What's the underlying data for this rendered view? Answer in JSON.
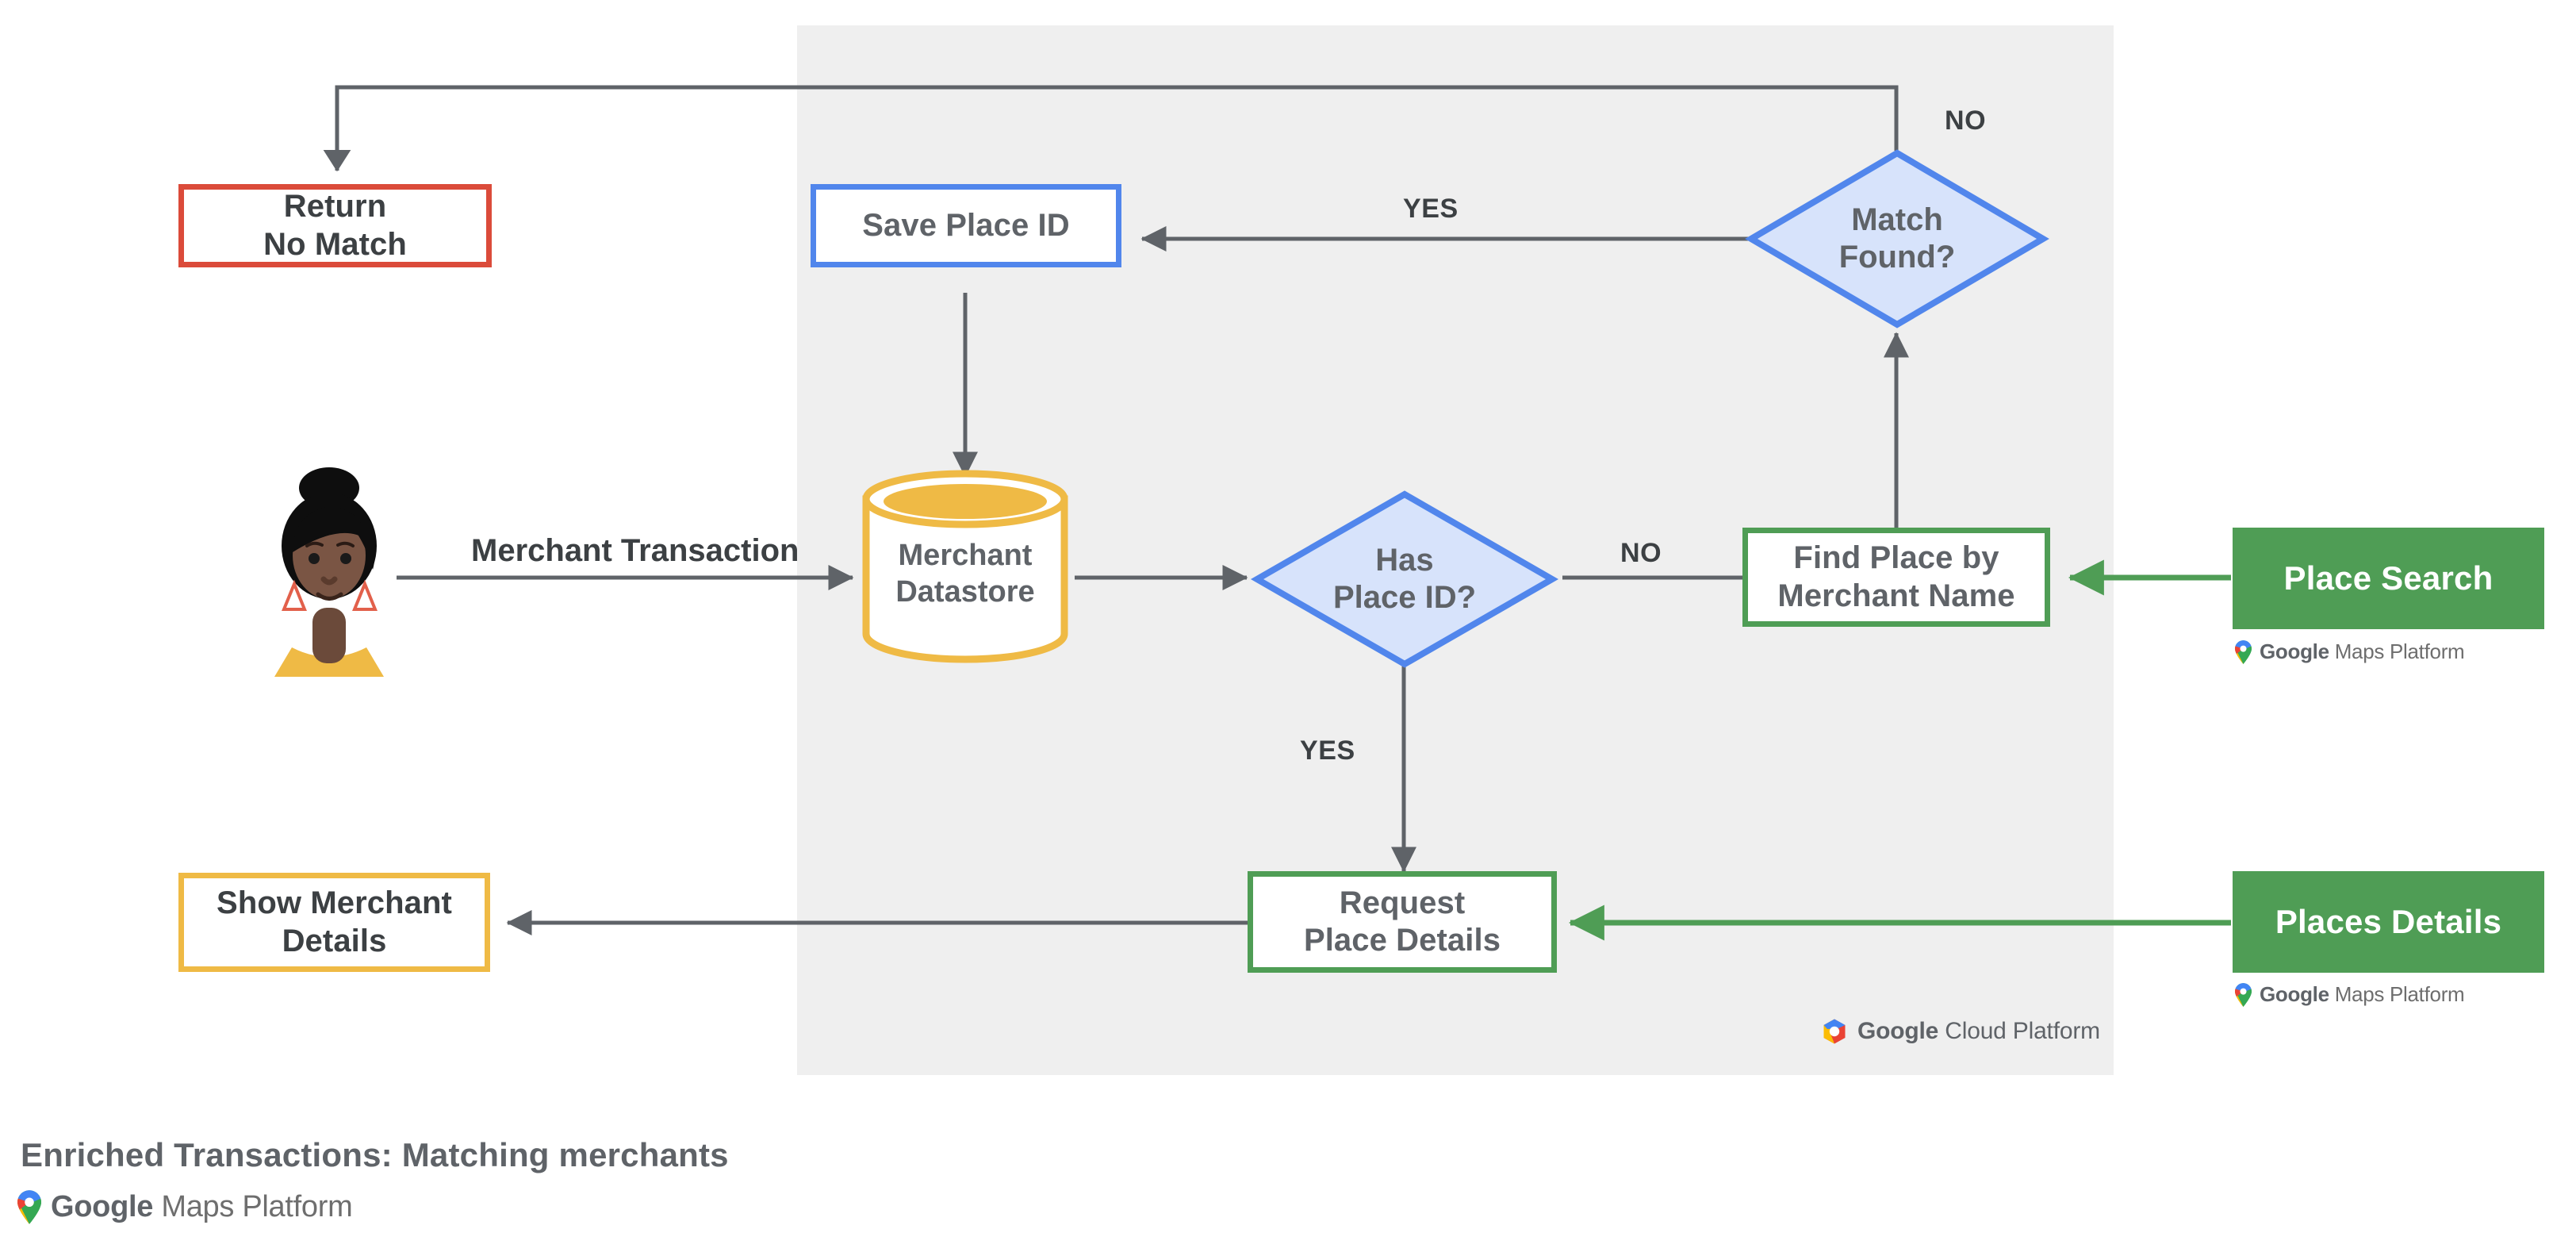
{
  "diagram": {
    "title": "Enriched Transactions: Matching merchants",
    "brand_footer": {
      "bold": "Google",
      "light": "Maps Platform"
    },
    "panel_brand": {
      "bold": "Google",
      "light": "Cloud Platform"
    }
  },
  "colors": {
    "red": "#DB4B3A",
    "blue": "#5186EC",
    "blue_fill": "#D7E3FB",
    "green": "#4F9D55",
    "yellow": "#EFBA45",
    "panel_gray": "#EFEFEF",
    "edge": "#5F6368",
    "text": "#5F6368"
  },
  "nodes": {
    "return_no_match": {
      "label_line1": "Return",
      "label_line2": "No Match",
      "shape": "process",
      "color": "red"
    },
    "save_place_id": {
      "label": "Save Place ID",
      "shape": "process",
      "color": "blue"
    },
    "match_found": {
      "label_line1": "Match",
      "label_line2": "Found?",
      "shape": "decision",
      "color": "blue"
    },
    "merchant_datastore": {
      "label_line1": "Merchant",
      "label_line2": "Datastore",
      "shape": "cylinder",
      "color": "yellow"
    },
    "has_place_id": {
      "label_line1": "Has",
      "label_line2": "Place ID?",
      "shape": "decision",
      "color": "blue"
    },
    "find_place_by_merchant_name": {
      "label_line1": "Find Place by",
      "label_line2": "Merchant Name",
      "shape": "process",
      "color": "green"
    },
    "request_place_details": {
      "label_line1": "Request",
      "label_line2": "Place Details",
      "shape": "process",
      "color": "green"
    },
    "show_merchant_details": {
      "label_line1": "Show Merchant",
      "label_line2": "Details",
      "shape": "process",
      "color": "yellow"
    },
    "place_search": {
      "label": "Place Search",
      "shape": "service-chip",
      "color": "green"
    },
    "places_details": {
      "label": "Places Details",
      "shape": "service-chip",
      "color": "green"
    },
    "user_avatar": {
      "label": "customer-avatar"
    }
  },
  "edge_labels": {
    "merchant_transaction": "Merchant Transaction",
    "has_place_id_no": "NO",
    "has_place_id_yes": "YES",
    "match_found_yes": "YES",
    "match_found_no": "NO"
  }
}
